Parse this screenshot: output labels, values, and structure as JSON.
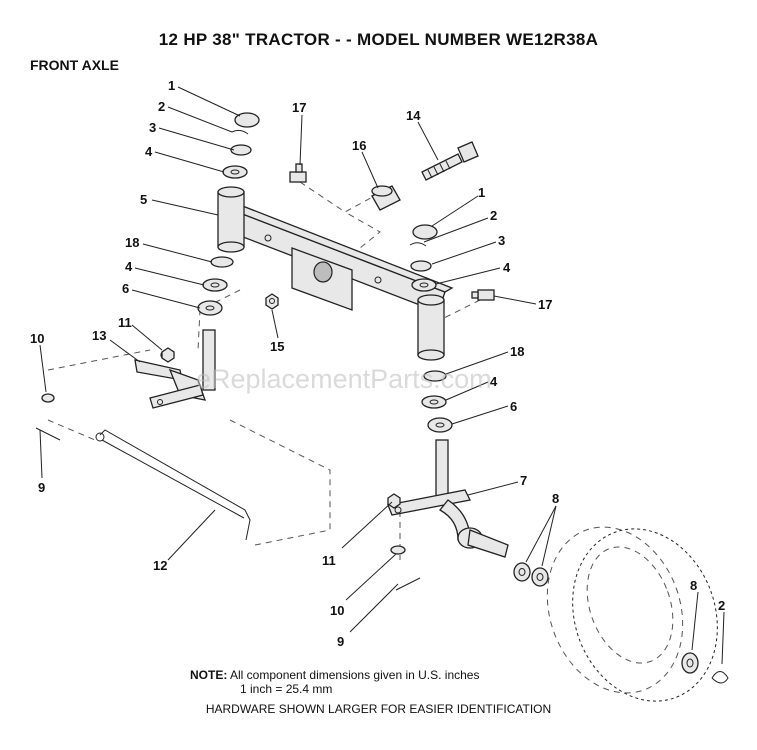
{
  "header": {
    "title": "12 HP 38\" TRACTOR - - MODEL NUMBER WE12R38A",
    "section": "FRONT AXLE"
  },
  "watermark": "eReplacementParts.com",
  "callouts": [
    {
      "id": "c1a",
      "label": "1"
    },
    {
      "id": "c2a",
      "label": "2"
    },
    {
      "id": "c3a",
      "label": "3"
    },
    {
      "id": "c4a",
      "label": "4"
    },
    {
      "id": "c5",
      "label": "5"
    },
    {
      "id": "c18a",
      "label": "18"
    },
    {
      "id": "c4b",
      "label": "4"
    },
    {
      "id": "c6a",
      "label": "6"
    },
    {
      "id": "c10a",
      "label": "10"
    },
    {
      "id": "c13",
      "label": "13"
    },
    {
      "id": "c11a",
      "label": "11"
    },
    {
      "id": "c9a",
      "label": "9"
    },
    {
      "id": "c12",
      "label": "12"
    },
    {
      "id": "c17a",
      "label": "17"
    },
    {
      "id": "c16",
      "label": "16"
    },
    {
      "id": "c14",
      "label": "14"
    },
    {
      "id": "c15",
      "label": "15"
    },
    {
      "id": "c1b",
      "label": "1"
    },
    {
      "id": "c2b",
      "label": "2"
    },
    {
      "id": "c3b",
      "label": "3"
    },
    {
      "id": "c4c",
      "label": "4"
    },
    {
      "id": "c17b",
      "label": "17"
    },
    {
      "id": "c18b",
      "label": "18"
    },
    {
      "id": "c4d",
      "label": "4"
    },
    {
      "id": "c6b",
      "label": "6"
    },
    {
      "id": "c7",
      "label": "7"
    },
    {
      "id": "c8a",
      "label": "8"
    },
    {
      "id": "c11b",
      "label": "11"
    },
    {
      "id": "c10b",
      "label": "10"
    },
    {
      "id": "c9b",
      "label": "9"
    },
    {
      "id": "c8b",
      "label": "8"
    },
    {
      "id": "c2c",
      "label": "2"
    }
  ],
  "note": {
    "label": "NOTE:",
    "line1": "All component dimensions given in U.S. inches",
    "line2": "1 inch = 25.4 mm"
  },
  "footer": "HARDWARE SHOWN LARGER FOR EASIER IDENTIFICATION"
}
